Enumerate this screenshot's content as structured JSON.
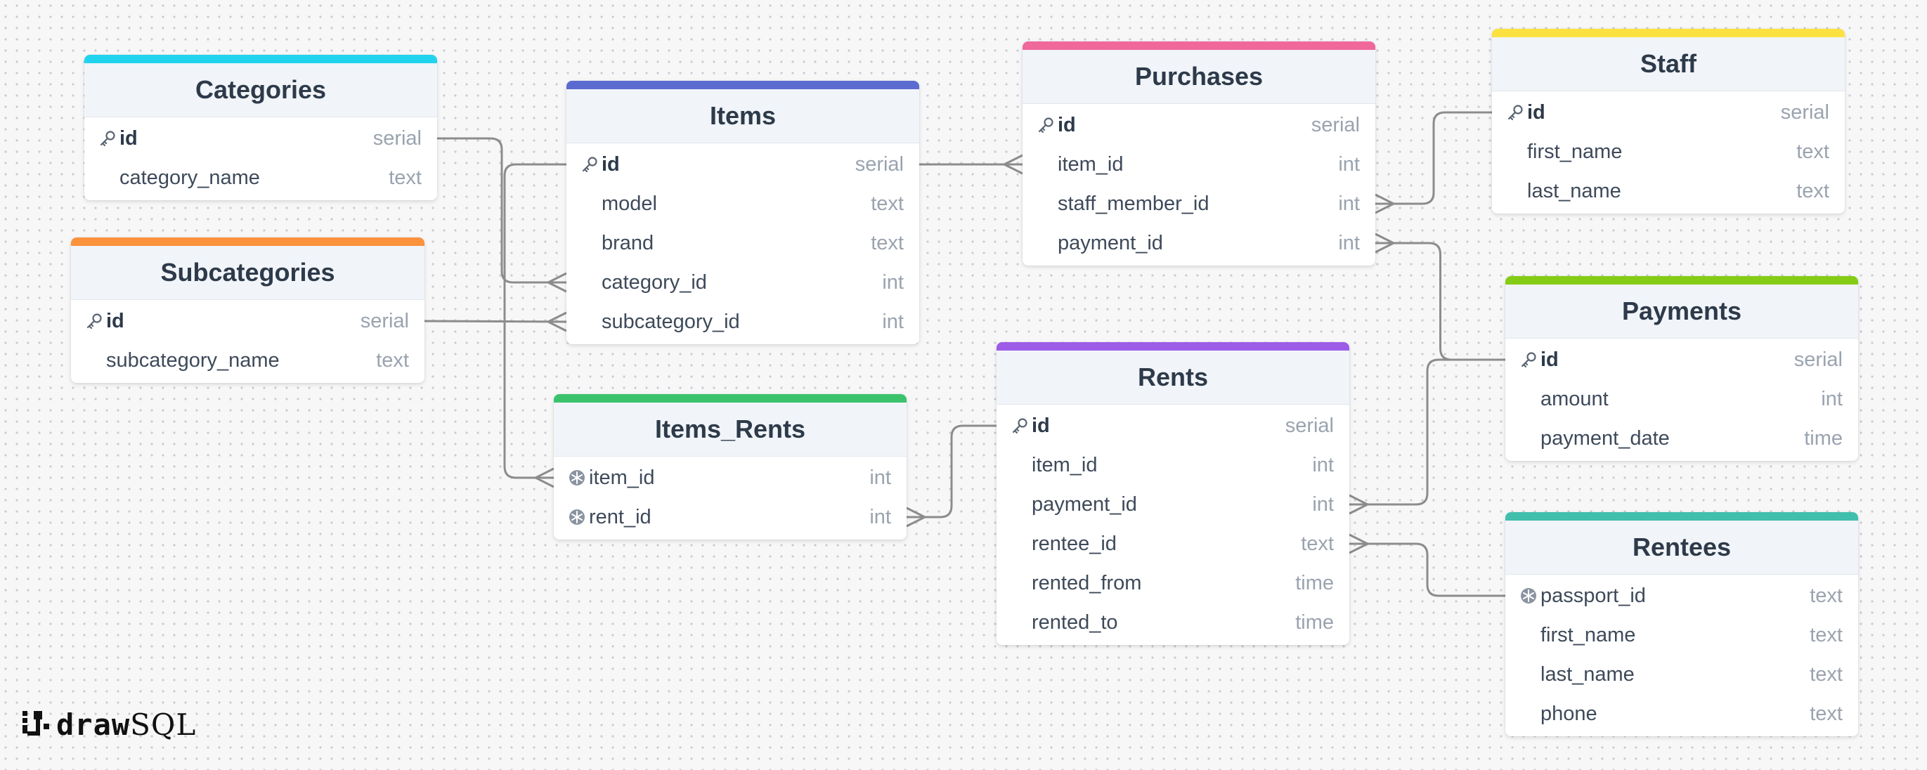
{
  "brand": {
    "draw": "draw",
    "sql": "SQL"
  },
  "colors": {
    "canvas": "#f7f7f8",
    "connector": "#8c8c8c",
    "header_bg": "#f1f4f8",
    "title_text": "#2d3a4a",
    "field_text": "#3e4a5a",
    "type_text": "#9aa3af"
  },
  "tables": [
    {
      "key": "categories",
      "title": "Categories",
      "accent": "#22d3ee",
      "fields": [
        {
          "name": "id",
          "type": "serial",
          "icon": "key-icon",
          "primary": true
        },
        {
          "name": "category_name",
          "type": "text",
          "icon": "",
          "primary": false
        }
      ]
    },
    {
      "key": "subcategories",
      "title": "Subcategories",
      "accent": "#fb923c",
      "fields": [
        {
          "name": "id",
          "type": "serial",
          "icon": "key-icon",
          "primary": true
        },
        {
          "name": "subcategory_name",
          "type": "text",
          "icon": "",
          "primary": false
        }
      ]
    },
    {
      "key": "items",
      "title": "Items",
      "accent": "#5b6bd0",
      "fields": [
        {
          "name": "id",
          "type": "serial",
          "icon": "key-icon",
          "primary": true
        },
        {
          "name": "model",
          "type": "text",
          "icon": "",
          "primary": false
        },
        {
          "name": "brand",
          "type": "text",
          "icon": "",
          "primary": false
        },
        {
          "name": "category_id",
          "type": "int",
          "icon": "",
          "primary": false
        },
        {
          "name": "subcategory_id",
          "type": "int",
          "icon": "",
          "primary": false
        }
      ]
    },
    {
      "key": "items_rents",
      "title": "Items_Rents",
      "accent": "#3ac36c",
      "fields": [
        {
          "name": "item_id",
          "type": "int",
          "icon": "snowflake-icon",
          "primary": false
        },
        {
          "name": "rent_id",
          "type": "int",
          "icon": "snowflake-icon",
          "primary": false
        }
      ]
    },
    {
      "key": "purchases",
      "title": "Purchases",
      "accent": "#f0689a",
      "fields": [
        {
          "name": "id",
          "type": "serial",
          "icon": "key-icon",
          "primary": true
        },
        {
          "name": "item_id",
          "type": "int",
          "icon": "",
          "primary": false
        },
        {
          "name": "staff_member_id",
          "type": "int",
          "icon": "",
          "primary": false
        },
        {
          "name": "payment_id",
          "type": "int",
          "icon": "",
          "primary": false
        }
      ]
    },
    {
      "key": "rents",
      "title": "Rents",
      "accent": "#9d5ce8",
      "fields": [
        {
          "name": "id",
          "type": "serial",
          "icon": "key-icon",
          "primary": true
        },
        {
          "name": "item_id",
          "type": "int",
          "icon": "",
          "primary": false
        },
        {
          "name": "payment_id",
          "type": "int",
          "icon": "",
          "primary": false
        },
        {
          "name": "rentee_id",
          "type": "text",
          "icon": "",
          "primary": false
        },
        {
          "name": "rented_from",
          "type": "time",
          "icon": "",
          "primary": false
        },
        {
          "name": "rented_to",
          "type": "time",
          "icon": "",
          "primary": false
        }
      ]
    },
    {
      "key": "staff",
      "title": "Staff",
      "accent": "#fbe241",
      "fields": [
        {
          "name": "id",
          "type": "serial",
          "icon": "key-icon",
          "primary": true
        },
        {
          "name": "first_name",
          "type": "text",
          "icon": "",
          "primary": false
        },
        {
          "name": "last_name",
          "type": "text",
          "icon": "",
          "primary": false
        }
      ]
    },
    {
      "key": "payments",
      "title": "Payments",
      "accent": "#84cc16",
      "fields": [
        {
          "name": "id",
          "type": "serial",
          "icon": "key-icon",
          "primary": true
        },
        {
          "name": "amount",
          "type": "int",
          "icon": "",
          "primary": false
        },
        {
          "name": "payment_date",
          "type": "time",
          "icon": "",
          "primary": false
        }
      ]
    },
    {
      "key": "rentees",
      "title": "Rentees",
      "accent": "#40bfad",
      "fields": [
        {
          "name": "passport_id",
          "type": "text",
          "icon": "snowflake-icon",
          "primary": false
        },
        {
          "name": "first_name",
          "type": "text",
          "icon": "",
          "primary": false
        },
        {
          "name": "last_name",
          "type": "text",
          "icon": "",
          "primary": false
        },
        {
          "name": "phone",
          "type": "text",
          "icon": "",
          "primary": false
        }
      ]
    }
  ],
  "relations": [
    {
      "from_table": "categories",
      "from_field": 0,
      "to_table": "items",
      "to_field": 3,
      "cardinality": "one-to-many"
    },
    {
      "from_table": "subcategories",
      "from_field": 0,
      "to_table": "items",
      "to_field": 4,
      "cardinality": "one-to-many"
    },
    {
      "from_table": "items",
      "from_field": 0,
      "to_table": "items_rents",
      "to_field": 0,
      "cardinality": "one-to-many"
    },
    {
      "from_table": "items",
      "from_field": 0,
      "to_table": "purchases",
      "to_field": 1,
      "cardinality": "one-to-many"
    },
    {
      "from_table": "staff",
      "from_field": 0,
      "to_table": "purchases",
      "to_field": 2,
      "cardinality": "one-to-many"
    },
    {
      "from_table": "payments",
      "from_field": 0,
      "to_table": "purchases",
      "to_field": 3,
      "cardinality": "one-to-many"
    },
    {
      "from_table": "payments",
      "from_field": 0,
      "to_table": "rents",
      "to_field": 2,
      "cardinality": "one-to-many"
    },
    {
      "from_table": "rents",
      "from_field": 0,
      "to_table": "items_rents",
      "to_field": 1,
      "cardinality": "one-to-many"
    },
    {
      "from_table": "rentees",
      "from_field": 0,
      "to_table": "rents",
      "to_field": 3,
      "cardinality": "one-to-many"
    }
  ]
}
